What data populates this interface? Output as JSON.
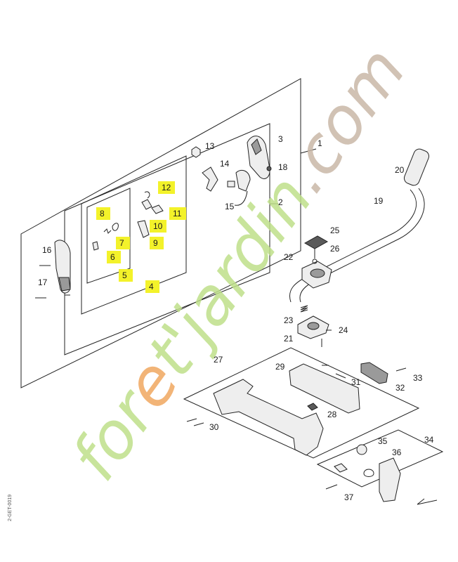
{
  "parts": [
    {
      "id": "p1",
      "label": "1"
    },
    {
      "id": "p2",
      "label": "2"
    },
    {
      "id": "p3",
      "label": "3"
    },
    {
      "id": "p4",
      "label": "4",
      "highlight": true
    },
    {
      "id": "p5",
      "label": "5",
      "highlight": true
    },
    {
      "id": "p6",
      "label": "6",
      "highlight": true
    },
    {
      "id": "p7",
      "label": "7",
      "highlight": true
    },
    {
      "id": "p8",
      "label": "8",
      "highlight": true
    },
    {
      "id": "p9",
      "label": "9",
      "highlight": true
    },
    {
      "id": "p10",
      "label": "10",
      "highlight": true
    },
    {
      "id": "p11",
      "label": "11",
      "highlight": true
    },
    {
      "id": "p12",
      "label": "12",
      "highlight": true
    },
    {
      "id": "p13",
      "label": "13"
    },
    {
      "id": "p14",
      "label": "14"
    },
    {
      "id": "p15",
      "label": "15"
    },
    {
      "id": "p16",
      "label": "16"
    },
    {
      "id": "p17",
      "label": "17"
    },
    {
      "id": "p18",
      "label": "18"
    },
    {
      "id": "p19",
      "label": "19"
    },
    {
      "id": "p20",
      "label": "20"
    },
    {
      "id": "p21",
      "label": "21"
    },
    {
      "id": "p22",
      "label": "22"
    },
    {
      "id": "p23",
      "label": "23"
    },
    {
      "id": "p24",
      "label": "24"
    },
    {
      "id": "p25",
      "label": "25"
    },
    {
      "id": "p26",
      "label": "26"
    },
    {
      "id": "p27",
      "label": "27"
    },
    {
      "id": "p28",
      "label": "28"
    },
    {
      "id": "p29",
      "label": "29"
    },
    {
      "id": "p30",
      "label": "30"
    },
    {
      "id": "p31",
      "label": "31"
    },
    {
      "id": "p32",
      "label": "32"
    },
    {
      "id": "p33",
      "label": "33"
    },
    {
      "id": "p34",
      "label": "34"
    },
    {
      "id": "p35",
      "label": "35"
    },
    {
      "id": "p36",
      "label": "36"
    },
    {
      "id": "p37",
      "label": "37"
    }
  ],
  "drawing_code": "2-GET-0019",
  "watermark": {
    "text_parts": [
      {
        "text": "for",
        "color": "#bfe08a"
      },
      {
        "text": "e",
        "color": "#f0a860"
      },
      {
        "text": "t",
        "color": "#bfe08a"
      },
      {
        "text": "'",
        "color": "#bfe08a"
      },
      {
        "text": "jardin",
        "color": "#bfe08a"
      },
      {
        "text": ".com",
        "color": "#c9b8a8"
      }
    ]
  },
  "colors": {
    "highlight": "#f3f22a",
    "line": "#222222"
  }
}
